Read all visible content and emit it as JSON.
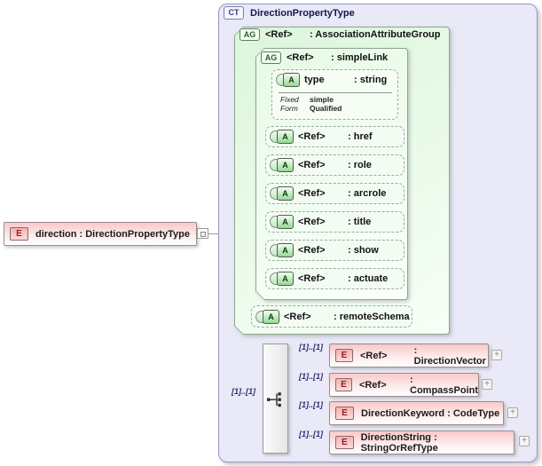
{
  "diagram": {
    "element": {
      "badge": "E",
      "label": "direction : DirectionPropertyType"
    },
    "complexType": {
      "badge": "CT",
      "name": "DirectionPropertyType"
    },
    "attrGroup": {
      "badge": "AG",
      "ref": "<Ref>",
      "type": ": AssociationAttributeGroup"
    },
    "simpleLink": {
      "badge": "AG",
      "ref": "<Ref>",
      "type": ": simpleLink"
    },
    "typeAttr": {
      "badge": "A",
      "name": "type",
      "type": ": string",
      "facets": [
        {
          "label": "Fixed",
          "value": "simple"
        },
        {
          "label": "Form",
          "value": "Qualified"
        }
      ]
    },
    "attrs": [
      {
        "badge": "A",
        "ref": "<Ref>",
        "type": ": href"
      },
      {
        "badge": "A",
        "ref": "<Ref>",
        "type": ": role"
      },
      {
        "badge": "A",
        "ref": "<Ref>",
        "type": ": arcrole"
      },
      {
        "badge": "A",
        "ref": "<Ref>",
        "type": ": title"
      },
      {
        "badge": "A",
        "ref": "<Ref>",
        "type": ": show"
      },
      {
        "badge": "A",
        "ref": "<Ref>",
        "type": ": actuate"
      }
    ],
    "remoteSchema": {
      "badge": "A",
      "ref": "<Ref>",
      "type": ": remoteSchema"
    },
    "choice": {
      "icon": "choice-icon",
      "in_cardinality": "[1]..[1]"
    },
    "children": [
      {
        "cardinality": "[1]..[1]",
        "badge": "E",
        "ref": "<Ref>",
        "type": ": DirectionVector",
        "expand": "+"
      },
      {
        "cardinality": "[1]..[1]",
        "badge": "E",
        "ref": "<Ref>",
        "type": ": CompassPoint",
        "expand": "+"
      },
      {
        "cardinality": "[1]..[1]",
        "badge": "E",
        "type": "DirectionKeyword : CodeType",
        "expand": "+"
      },
      {
        "cardinality": "[1]..[1]",
        "badge": "E",
        "type": "DirectionString : StringOrRefType",
        "expand": "+"
      }
    ],
    "colors": {
      "element_fill": "#f9c9c9",
      "group_fill": "#e2f7e2",
      "complex_type_fill": "#e9e9f7",
      "line": "#9a9a9a"
    }
  }
}
